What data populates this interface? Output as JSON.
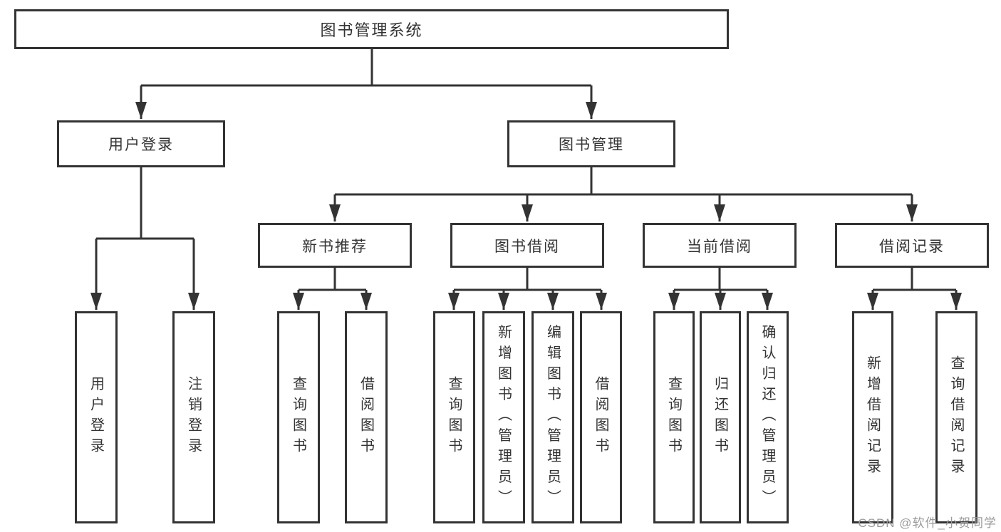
{
  "page": {
    "watermark": "CSDN @软件_小贺同学",
    "colors": {
      "line": "#333333",
      "box_border": "#333333",
      "box_bg": "#ffffff",
      "watermark": "#9a9a9a"
    }
  },
  "tree": {
    "root": {
      "label": "图书管理系统"
    },
    "branches": [
      {
        "label": "用户登录",
        "children": [
          {
            "label": "用户登录"
          },
          {
            "label": "注销登录"
          }
        ]
      },
      {
        "label": "图书管理",
        "children": [
          {
            "label": "新书推荐",
            "children": [
              {
                "label": "查询图书"
              },
              {
                "label": "借阅图书"
              }
            ]
          },
          {
            "label": "图书借阅",
            "children": [
              {
                "label": "查询图书"
              },
              {
                "label": "新增图书（管理员）"
              },
              {
                "label": "编辑图书（管理员）"
              },
              {
                "label": "借阅图书"
              }
            ]
          },
          {
            "label": "当前借阅",
            "children": [
              {
                "label": "查询图书"
              },
              {
                "label": "归还图书"
              },
              {
                "label": "确认归还（管理员）"
              }
            ]
          },
          {
            "label": "借阅记录",
            "children": [
              {
                "label": "新增借阅记录"
              },
              {
                "label": "查询借阅记录"
              }
            ]
          }
        ]
      }
    ]
  }
}
